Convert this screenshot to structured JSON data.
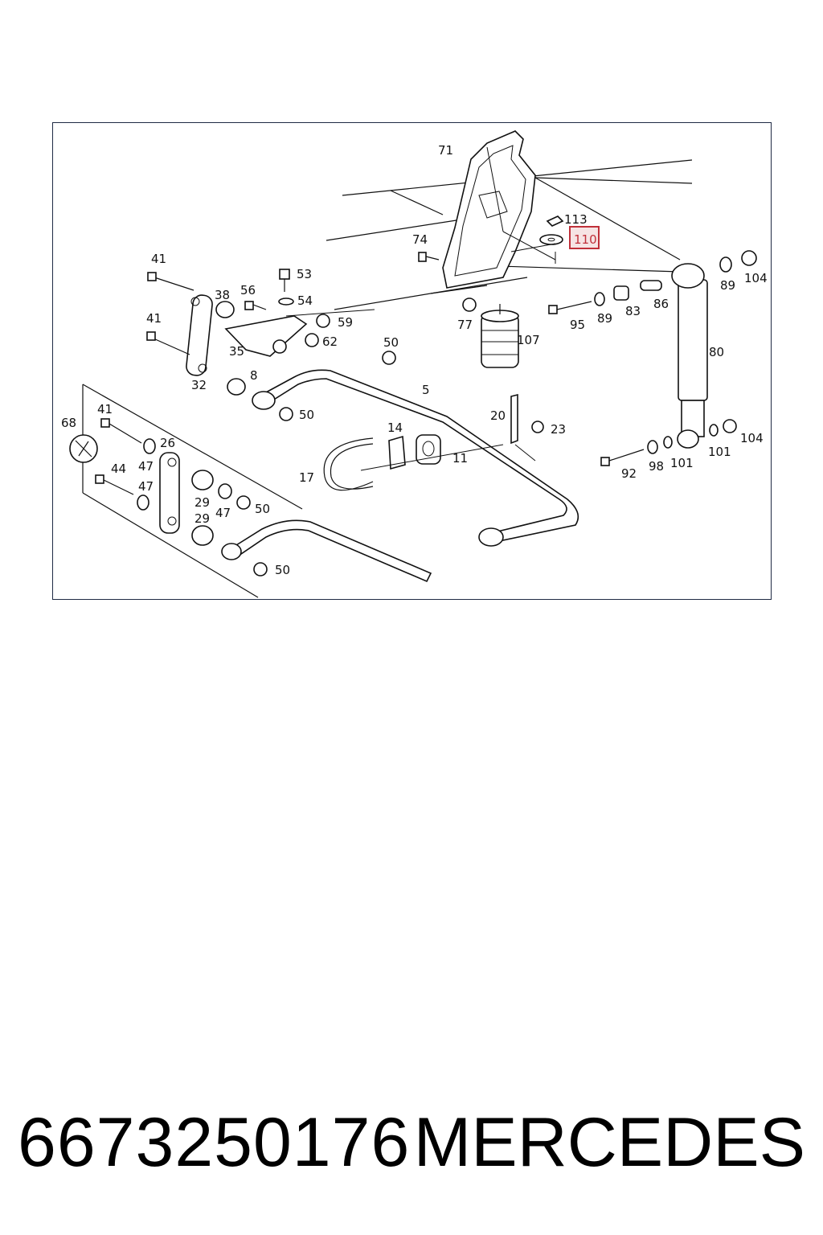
{
  "diagram": {
    "highlighted_callout": "110",
    "callouts": {
      "c71": "71",
      "c113": "113",
      "c110": "110",
      "c74": "74",
      "c41a": "41",
      "c53": "53",
      "c38": "38",
      "c56": "56",
      "c54": "54",
      "c41b": "41",
      "c59": "59",
      "c62": "62",
      "c35": "35",
      "c50a": "50",
      "c32": "32",
      "c8": "8",
      "c5": "5",
      "c50b": "50",
      "c77": "77",
      "c107": "107",
      "c95": "95",
      "c89a": "89",
      "c83": "83",
      "c86": "86",
      "c89b": "89",
      "c104a": "104",
      "c80": "80",
      "c20": "20",
      "c23": "23",
      "c14": "14",
      "c11": "11",
      "c17": "17",
      "c68": "68",
      "c41c": "41",
      "c26": "26",
      "c47a": "47",
      "c44": "44",
      "c47b": "47",
      "c29a": "29",
      "c47c": "47",
      "c50c": "50",
      "c29b": "29",
      "c50d": "50",
      "c92": "92",
      "c98": "98",
      "c101a": "101",
      "c101b": "101",
      "c104b": "104"
    }
  },
  "footer": {
    "part_number": "6673250176",
    "brand": "MERCEDES"
  },
  "colors": {
    "frame": "#1f2a44",
    "highlight": "#c0303a",
    "ink": "#111111"
  },
  "icons": {
    "wrench": "wrench-icon"
  }
}
